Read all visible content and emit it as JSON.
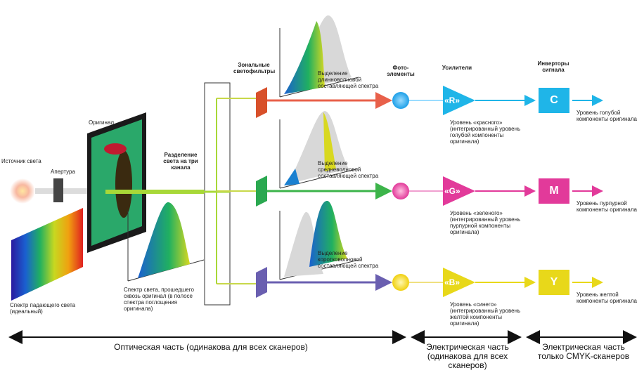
{
  "labels": {
    "light_source": "Источник света",
    "aperture": "Апертура",
    "original": "Оригинал",
    "split": "Разделение света на три канала",
    "filters": "Зональные светофильтры",
    "photo": "Фото-элементы",
    "amplifier": "Усилители",
    "inverters": "Инверторы сигнала"
  },
  "notes": {
    "spectrum_source": "Спектр падающего света (идеальный)",
    "spectrum_passed": "Спектр света, прошедшего сквозь оригинал (в полосе спектра поглощения оригинала)",
    "red_extract": "Выделение длинноволновой составляющей спектра",
    "green_extract": "Выделение средневолновой составляющей спектра",
    "blue_extract": "Выделение коротковолновой составляющей спектра",
    "r_level": "Уровень «красного» (интегрированный уровень голубой компоненты оригинала)",
    "g_level": "Уровень «зеленого» (интегрированный уровень пурпурной компоненты оригинала)",
    "b_level": "Уровень «синего» (интегрированный уровень желтой компоненты оригинала)",
    "c_level": "Уровень голубой компоненты оригинала",
    "m_level": "Уровень пурпурной компоненты оригинала",
    "y_level": "Уровень желтой компоненты оригинала"
  },
  "channels": {
    "r": "«R»",
    "g": "«G»",
    "b": "«B»",
    "c": "C",
    "m": "M",
    "y": "Y"
  },
  "sections": {
    "optical": "Оптическая часть (одинакова для всех сканеров)",
    "electric": "Электрическая часть (одинакова для всех сканеров)",
    "electric_cmyk": "Электрическая часть только CMYK-сканеров"
  },
  "colors": {
    "red": "#e8604a",
    "green": "#3cb44a",
    "blue": "#6a5fb0",
    "yellow_bus": "#c8d84a",
    "cyan": "#1fb5e8",
    "magenta": "#e23a9a",
    "yellow": "#e8d81a"
  }
}
